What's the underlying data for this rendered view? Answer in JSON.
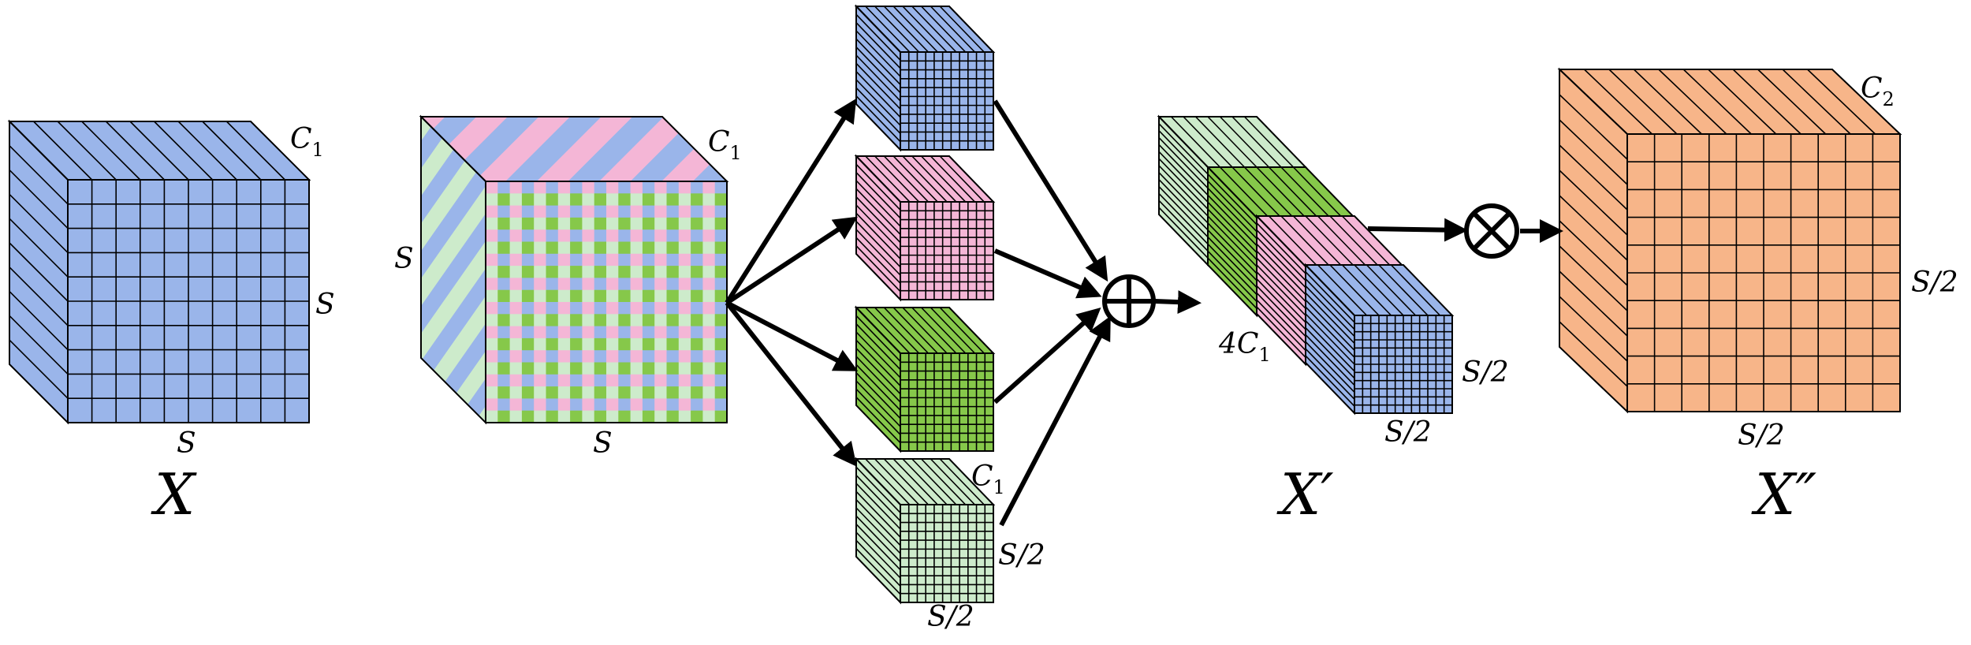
{
  "colors": {
    "blue": "#9AB5EA",
    "pink": "#F4B6D6",
    "green": "#86C84A",
    "light_green": "#CDEBCB",
    "orange": "#F7B589",
    "line": "#000000"
  },
  "operators": {
    "add": "⊕",
    "multiply": "⊗"
  },
  "labels": {
    "x_s_right": "S",
    "x_s_bottom": "S",
    "x_c": "C",
    "x_c_sub": "1",
    "x_name": "X",
    "slice_s_left": "S",
    "slice_s_bottom": "S",
    "slice_c": "C",
    "slice_c_sub": "1",
    "sub_c": "C",
    "sub_c_sub": "1",
    "sub_s_right": "S/2",
    "sub_s_bottom": "S/2",
    "cat_c_prefix": "4",
    "cat_c": "C",
    "cat_c_sub": "1",
    "cat_s_right": "S/2",
    "cat_s_bottom": "S/2",
    "cat_name": "X′",
    "out_c": "C",
    "out_c_sub": "2",
    "out_s_right": "S/2",
    "out_s_bottom": "S/2",
    "out_name": "X″"
  }
}
